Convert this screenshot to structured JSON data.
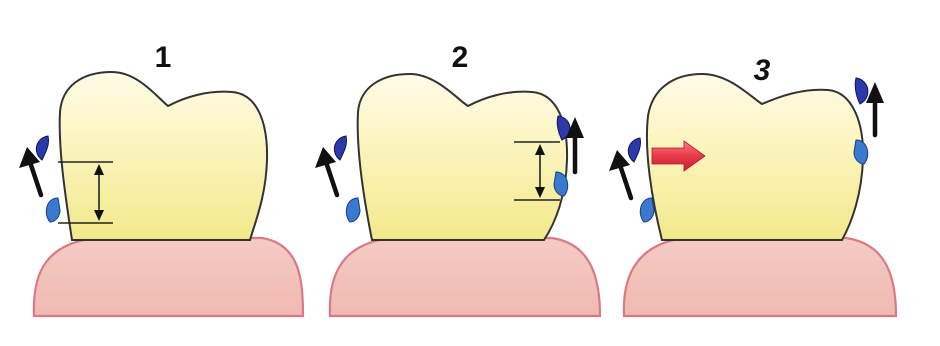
{
  "panels": [
    {
      "label": "1",
      "italic": false
    },
    {
      "label": "2",
      "italic": false
    },
    {
      "label": "3",
      "italic": true
    }
  ],
  "colors": {
    "enamel_top": "#fffbe8",
    "enamel_bottom": "#f2e98a",
    "gum_top": "#f4ccc4",
    "gum_bottom": "#efb9b0",
    "gum_outline": "#d97a86",
    "bracket_dark": "#2b3aa8",
    "bracket_light": "#3b78d0",
    "force_arrow": "#e83a4a",
    "movement_arrow": "#111111"
  }
}
